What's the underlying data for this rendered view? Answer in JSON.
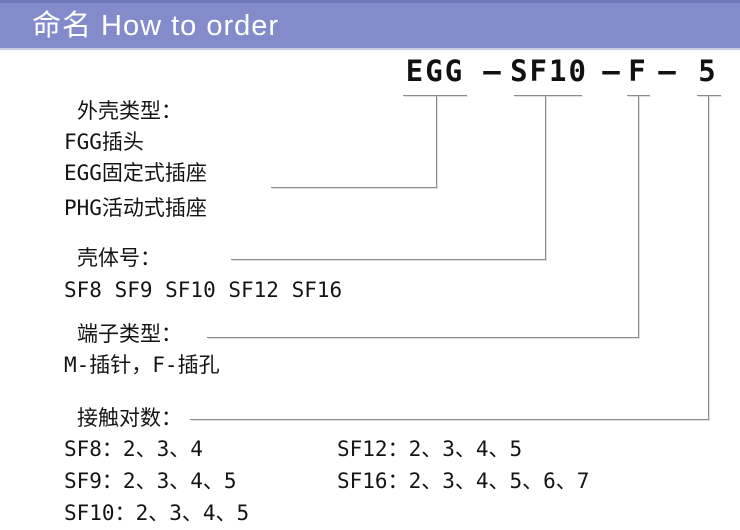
{
  "header": {
    "title": "命名 How to order",
    "bg_color": "#848bca",
    "text_color": "#ffffff"
  },
  "part_number": {
    "full": "EGG - SF10 - F - 5",
    "shell": "EGG",
    "sep1": "–",
    "size": "SF10",
    "sep2": "–",
    "terminal": "F",
    "sep3": "–",
    "contacts": "5"
  },
  "sections": {
    "shell_type": {
      "heading": "外壳类型：",
      "items": [
        "FGG插头",
        "EGG固定式插座",
        "PHG活动式插座"
      ]
    },
    "shell_size": {
      "heading": "壳体号：",
      "items": [
        "SF8 SF9 SF10 SF12 SF16"
      ]
    },
    "terminal_type": {
      "heading": "端子类型：",
      "items": [
        "M-插针，F-插孔"
      ]
    },
    "contact_pairs": {
      "heading": "接触对数：",
      "col1": [
        "SF8：2、3、4",
        "SF9：2、3、4、5",
        "SF10：2、3、4、5"
      ],
      "col2": [
        "SF12：2、3、4、5",
        "SF16：2、3、4、5、6、7"
      ]
    }
  },
  "colors": {
    "header_bg": "#848bca",
    "header_top_edge": "#7077b8",
    "line_gray": "#8c8c8c",
    "text": "#141414",
    "background": "#ffffff"
  }
}
